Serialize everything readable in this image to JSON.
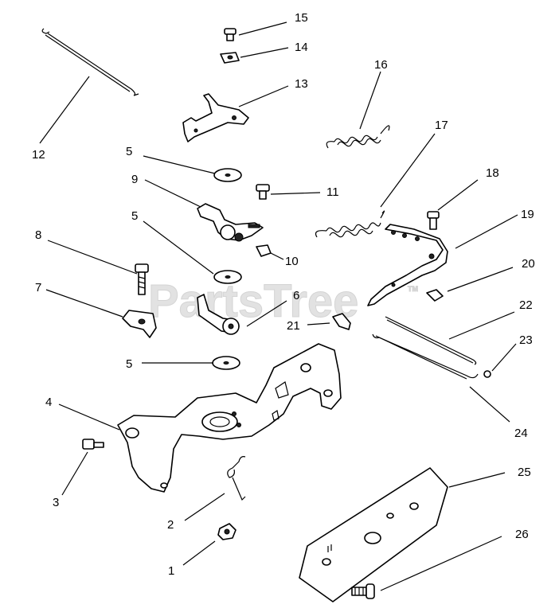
{
  "watermark": {
    "text": "PartsTree",
    "tm": "TM"
  },
  "callouts": {
    "c1": "1",
    "c2": "2",
    "c3": "3",
    "c4": "4",
    "c5a": "5",
    "c5b": "5",
    "c5c": "5",
    "c6": "6",
    "c7": "7",
    "c8": "8",
    "c9": "9",
    "c10": "10",
    "c11": "11",
    "c12": "12",
    "c13": "13",
    "c14": "14",
    "c15": "15",
    "c16": "16",
    "c17": "17",
    "c18": "18",
    "c19": "19",
    "c20": "20",
    "c21": "21",
    "c22": "22",
    "c23": "23",
    "c24": "24",
    "c25": "25",
    "c26": "26"
  }
}
